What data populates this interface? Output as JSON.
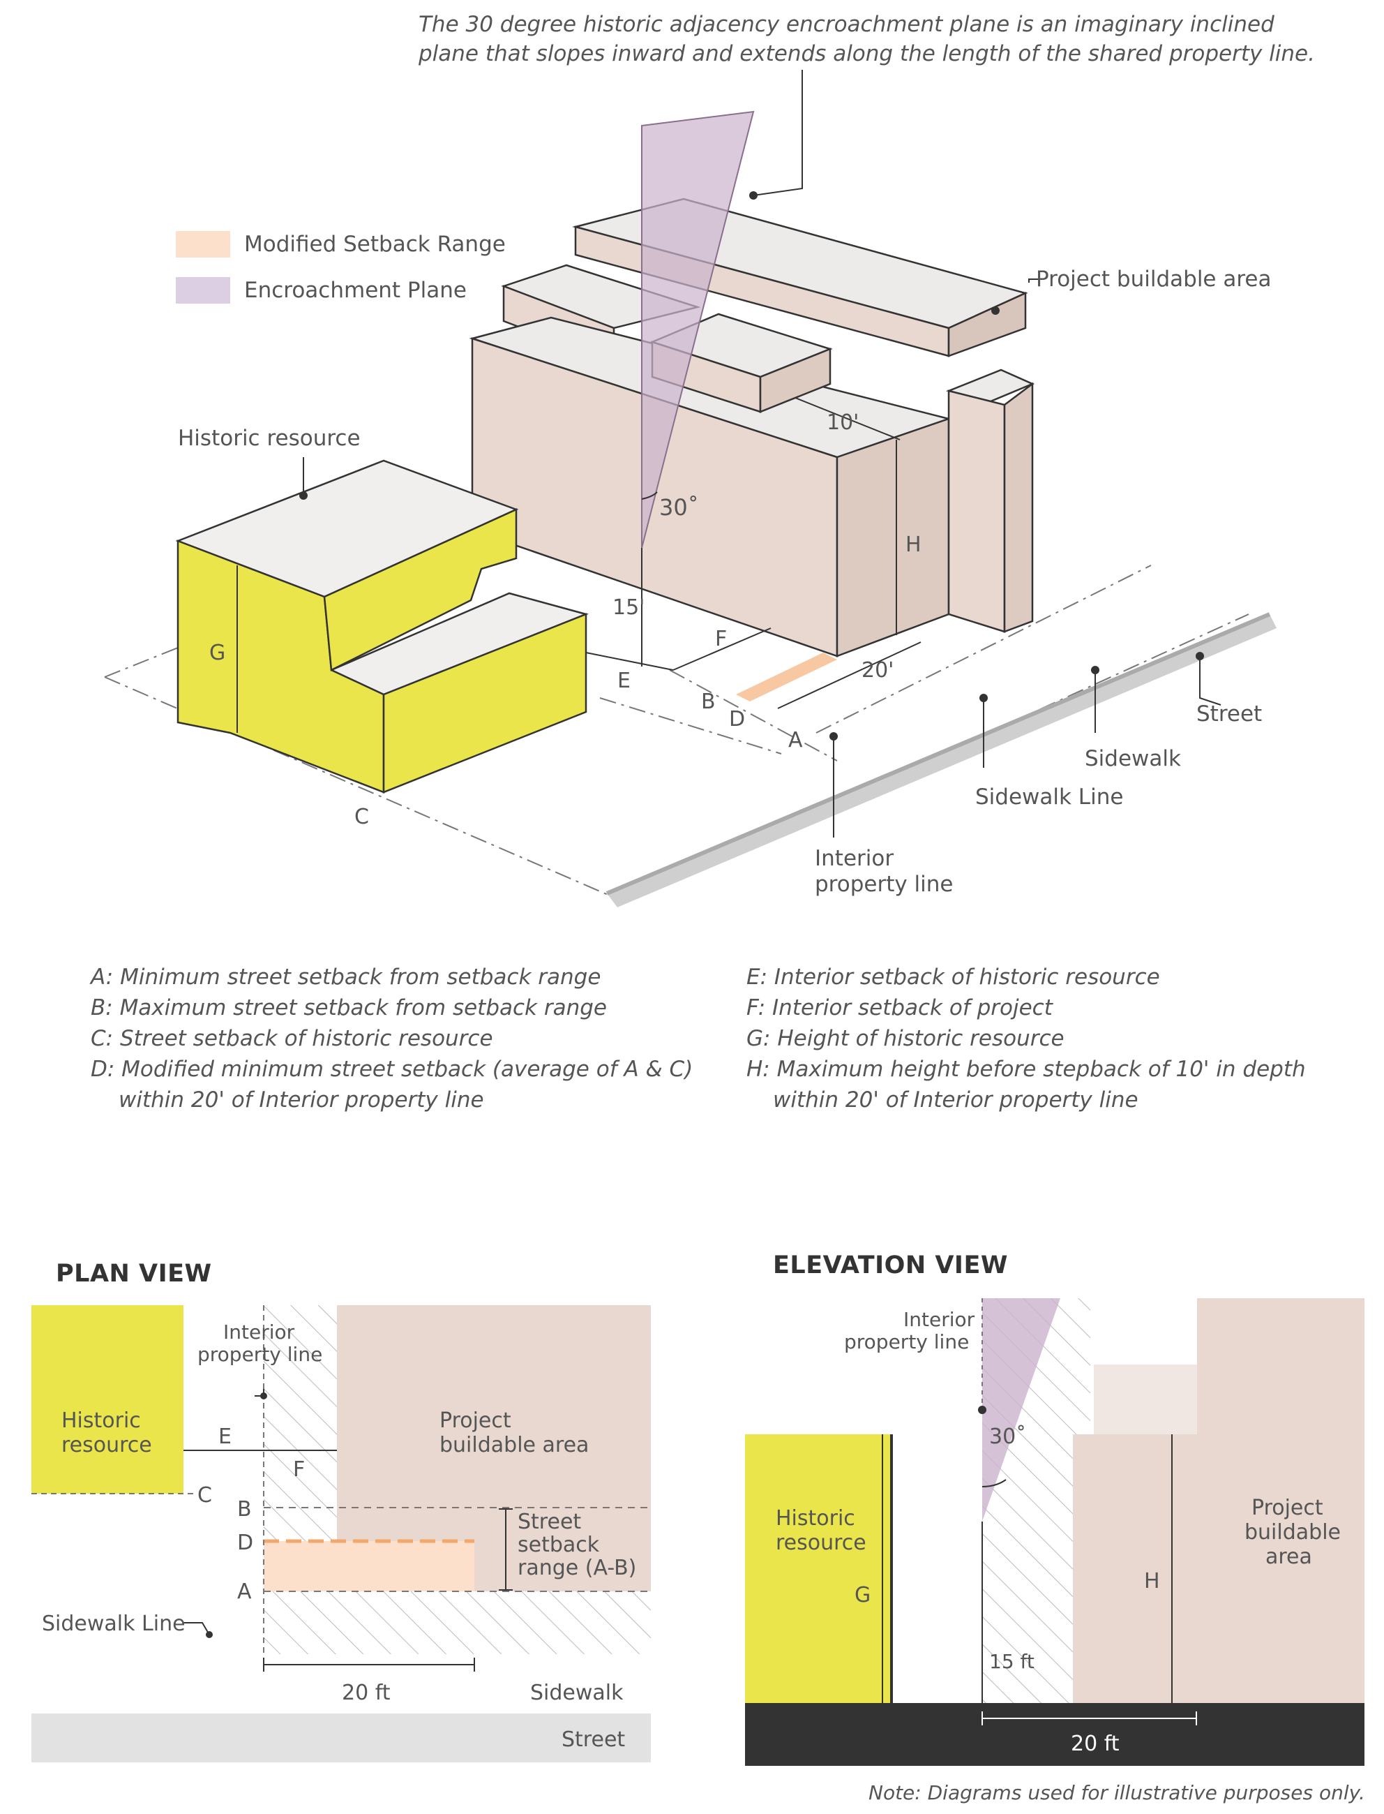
{
  "top_caption": {
    "line1": "The 30 degree historic adjacency encroachment plane is an imaginary inclined",
    "line2": "plane that slopes inward and extends along the length of the shared property line."
  },
  "legend": {
    "modified_setback": "Modified Setback Range",
    "encroachment": "Encroachment Plane",
    "colors": {
      "modified_setback": "#fde0cc",
      "encroachment": "#dccfe3"
    }
  },
  "iso": {
    "project_buildable_area": "Project buildable area",
    "historic_resource": "Historic resource",
    "dim_10": "10'",
    "angle_30": "30˚",
    "dim_15": "15'",
    "dim_20": "20'",
    "H": "H",
    "G": "G",
    "E": "E",
    "F": "F",
    "B": "B",
    "D": "D",
    "A": "A",
    "C": "C",
    "street": "Street",
    "sidewalk": "Sidewalk",
    "sidewalk_line": "Sidewalk Line",
    "interior_line1": "Interior",
    "interior_line2": "property line"
  },
  "definitions": {
    "left": [
      "A: Minimum street setback from setback range",
      "B: Maximum street setback from setback range",
      "C: Street setback of historic resource",
      "D: Modified minimum street setback (average of A & C)",
      "within 20' of Interior property line"
    ],
    "right": [
      "E: Interior setback of historic resource",
      "F: Interior setback of project",
      "G: Height of historic resource",
      "H: Maximum height before stepback of 10' in depth",
      "within 20' of Interior property line"
    ]
  },
  "plan": {
    "title": "PLAN VIEW",
    "interior_line1": "Interior",
    "interior_line2": "property line",
    "historic_line1": "Historic",
    "historic_line2": "resource",
    "project_line1": "Project",
    "project_line2": "buildable area",
    "E": "E",
    "F": "F",
    "C": "C",
    "B": "B",
    "D": "D",
    "A": "A",
    "range_line1": "Street",
    "range_line2": "setback",
    "range_line3": "range (A-B)",
    "sidewalk_line": "Sidewalk Line",
    "dim_20": "20 ft",
    "sidewalk": "Sidewalk",
    "street": "Street"
  },
  "elevation": {
    "title": "ELEVATION VIEW",
    "interior_line1": "Interior",
    "interior_line2": "property line",
    "angle_30": "30˚",
    "historic_line1": "Historic",
    "historic_line2": "resource",
    "G": "G",
    "H": "H",
    "project_line1": "Project",
    "project_line2": "buildable",
    "project_line3": "area",
    "dim_15": "15 ft",
    "dim_20": "20 ft"
  },
  "note": "Note: Diagrams used for illustrative purposes only.",
  "colors": {
    "historic_yellow": "#e9e54a",
    "building_tan": "#e8d8d0",
    "plane_purple": "#cbb3cd",
    "setback_orange": "#f5a66a",
    "street_grey": "#e2e2e2",
    "ground_dark": "#333333"
  }
}
